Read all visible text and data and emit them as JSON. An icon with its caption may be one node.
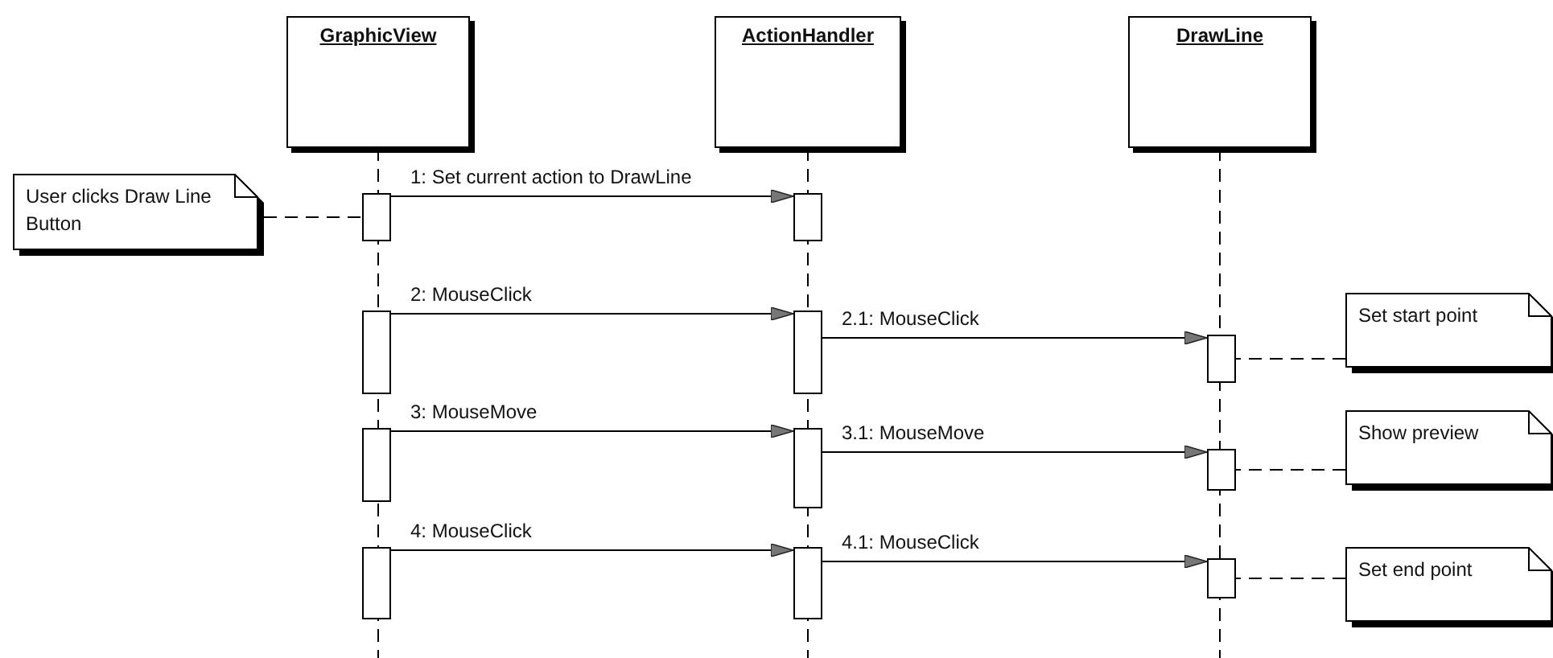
{
  "diagram": {
    "nodes": [
      {
        "text": [
          "GraphicView"
        ]
      },
      {
        "text": [
          "ActionHandler"
        ]
      },
      {
        "text": [
          "DrawLine"
        ]
      },
      {
        "text": [
          "User clicks Draw Line Button"
        ]
      },
      {
        "text": [],
        "shape": "bar"
      },
      {
        "text": [],
        "shape": "bar"
      },
      {
        "text": [],
        "shape": "bar"
      },
      {
        "text": [],
        "shape": "bar"
      },
      {
        "text": [],
        "shape": "bar"
      },
      {
        "text": [
          "Set start point"
        ]
      },
      {
        "text": [],
        "shape": "bar"
      },
      {
        "text": [],
        "shape": "bar"
      },
      {
        "text": [],
        "shape": "bar"
      },
      {
        "text": [
          "Show preview"
        ]
      },
      {
        "text": [],
        "shape": "bar"
      },
      {
        "text": [],
        "shape": "bar"
      },
      {
        "text": [],
        "shape": "bar"
      },
      {
        "text": [
          "Set end point"
        ]
      }
    ],
    "edges": [
      {
        "from": 3,
        "to": 4,
        "arrow": "none",
        "style": "dashed"
      },
      {
        "from": 4,
        "to": 5,
        "arrow": "to",
        "label": "1: Set current action to DrawLine"
      },
      {
        "from": 6,
        "to": 7,
        "arrow": "to",
        "label": "2: MouseClick"
      },
      {
        "from": 7,
        "to": 8,
        "arrow": "to",
        "label": "2.1: MouseClick"
      },
      {
        "from": 9,
        "to": 8,
        "arrow": "none",
        "style": "dashed"
      },
      {
        "from": 10,
        "to": 11,
        "arrow": "to",
        "label": "3: MouseMove"
      },
      {
        "from": 11,
        "to": 12,
        "arrow": "to",
        "label": "3.1: MouseMove"
      },
      {
        "from": 13,
        "to": 12,
        "arrow": "none",
        "style": "dashed"
      },
      {
        "from": 14,
        "to": 15,
        "arrow": "to",
        "label": "4: MouseClick"
      },
      {
        "from": 15,
        "to": 16,
        "arrow": "to",
        "label": "4.1: MouseClick"
      },
      {
        "from": 17,
        "to": 16,
        "arrow": "none",
        "style": "dashed"
      }
    ]
  }
}
